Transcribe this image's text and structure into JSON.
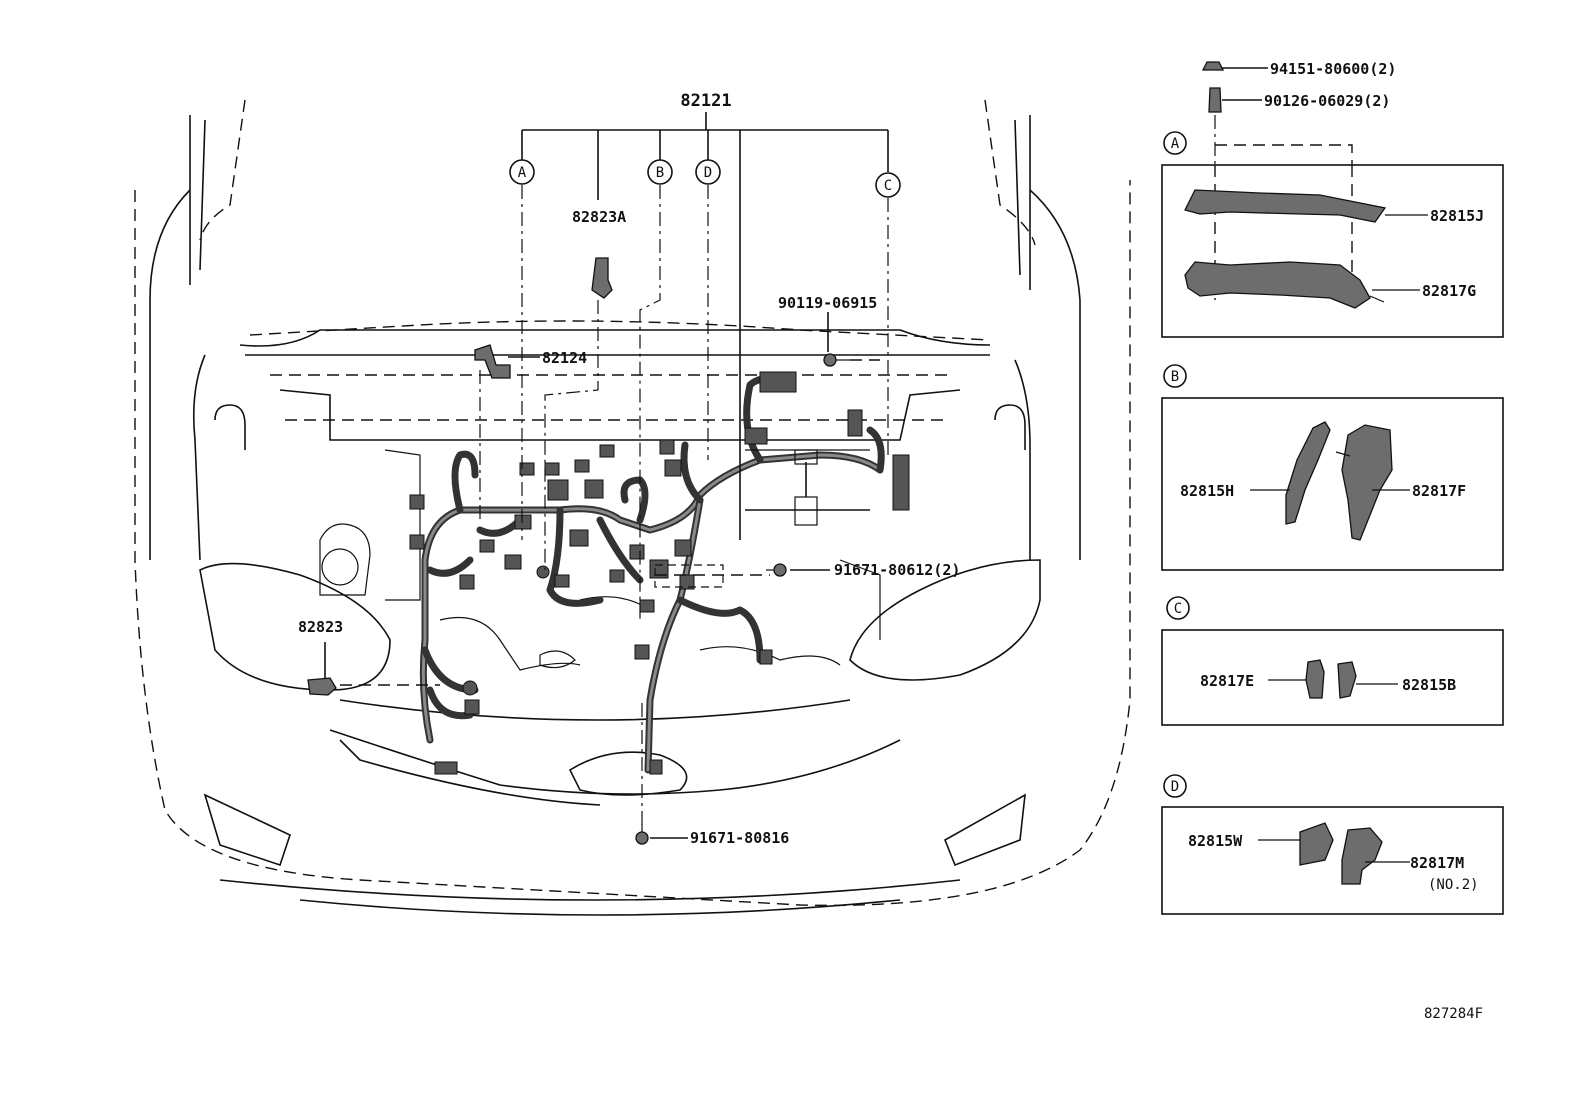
{
  "diagram": {
    "main_part": "82121",
    "refs": [
      "A",
      "B",
      "C",
      "D"
    ],
    "callouts": {
      "c82823A": "82823A",
      "c82124": "82124",
      "c82823": "82823",
      "c90119": "90119-06915",
      "c91671a": "91671-80612(2)",
      "c91671b": "91671-80816"
    },
    "fasteners": {
      "nut": "94151-80600(2)",
      "stud": "90126-06029(2)"
    },
    "panels": {
      "A": {
        "ref": "A",
        "top": "82815J",
        "bottom": "82817G"
      },
      "B": {
        "ref": "B",
        "left": "82815H",
        "right": "82817F"
      },
      "C": {
        "ref": "C",
        "left": "82817E",
        "right": "82815B"
      },
      "D": {
        "ref": "D",
        "left": "82815W",
        "right": "82817M",
        "note": "(NO.2)"
      }
    },
    "figure_id": "827284F"
  }
}
